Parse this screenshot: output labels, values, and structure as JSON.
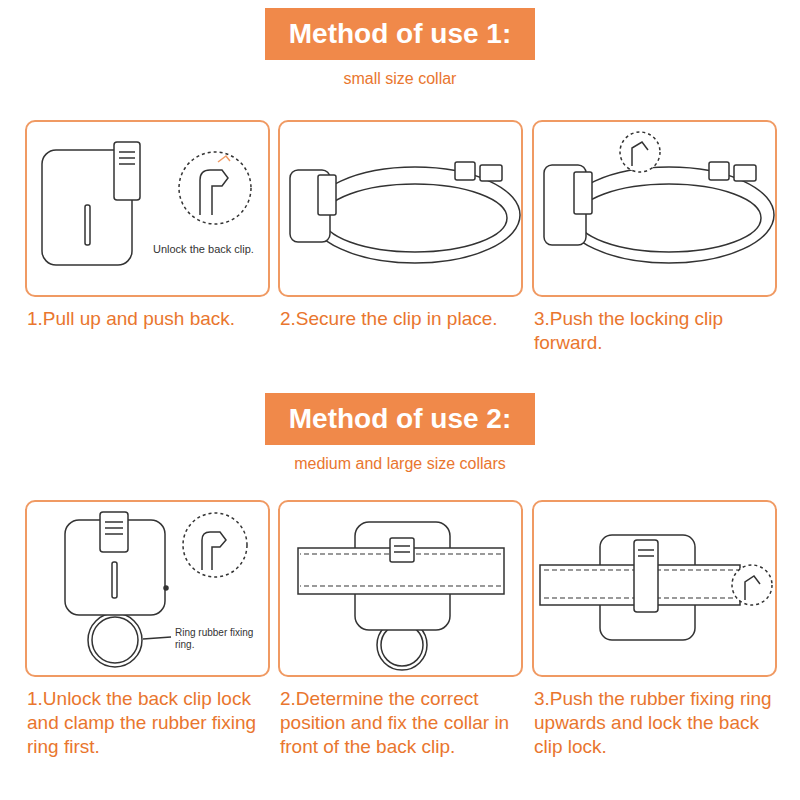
{
  "diagram": {
    "nodes": [
      {
        "text": [
          "Method of use 1:",
          "small size collar"
        ]
      },
      {
        "text": [
          "Unlock the back clip.",
          "1.Pull up and push back."
        ]
      },
      {
        "text": [
          "2.Secure the clip in place."
        ]
      },
      {
        "text": [
          "3.Push the locking clip forward."
        ]
      },
      {
        "text": [
          "Method of use 2:",
          "medium and large size collars"
        ]
      },
      {
        "text": [
          "Ring rubber fixing ring.",
          "1.Unlock the back clip lock and clamp the rubber fixing ring first."
        ]
      },
      {
        "text": [
          "2.Determine the correct position and fix the collar in front of the back clip."
        ]
      },
      {
        "text": [
          "3.Push the rubber fixing ring upwards and lock the back clip lock."
        ]
      }
    ]
  }
}
